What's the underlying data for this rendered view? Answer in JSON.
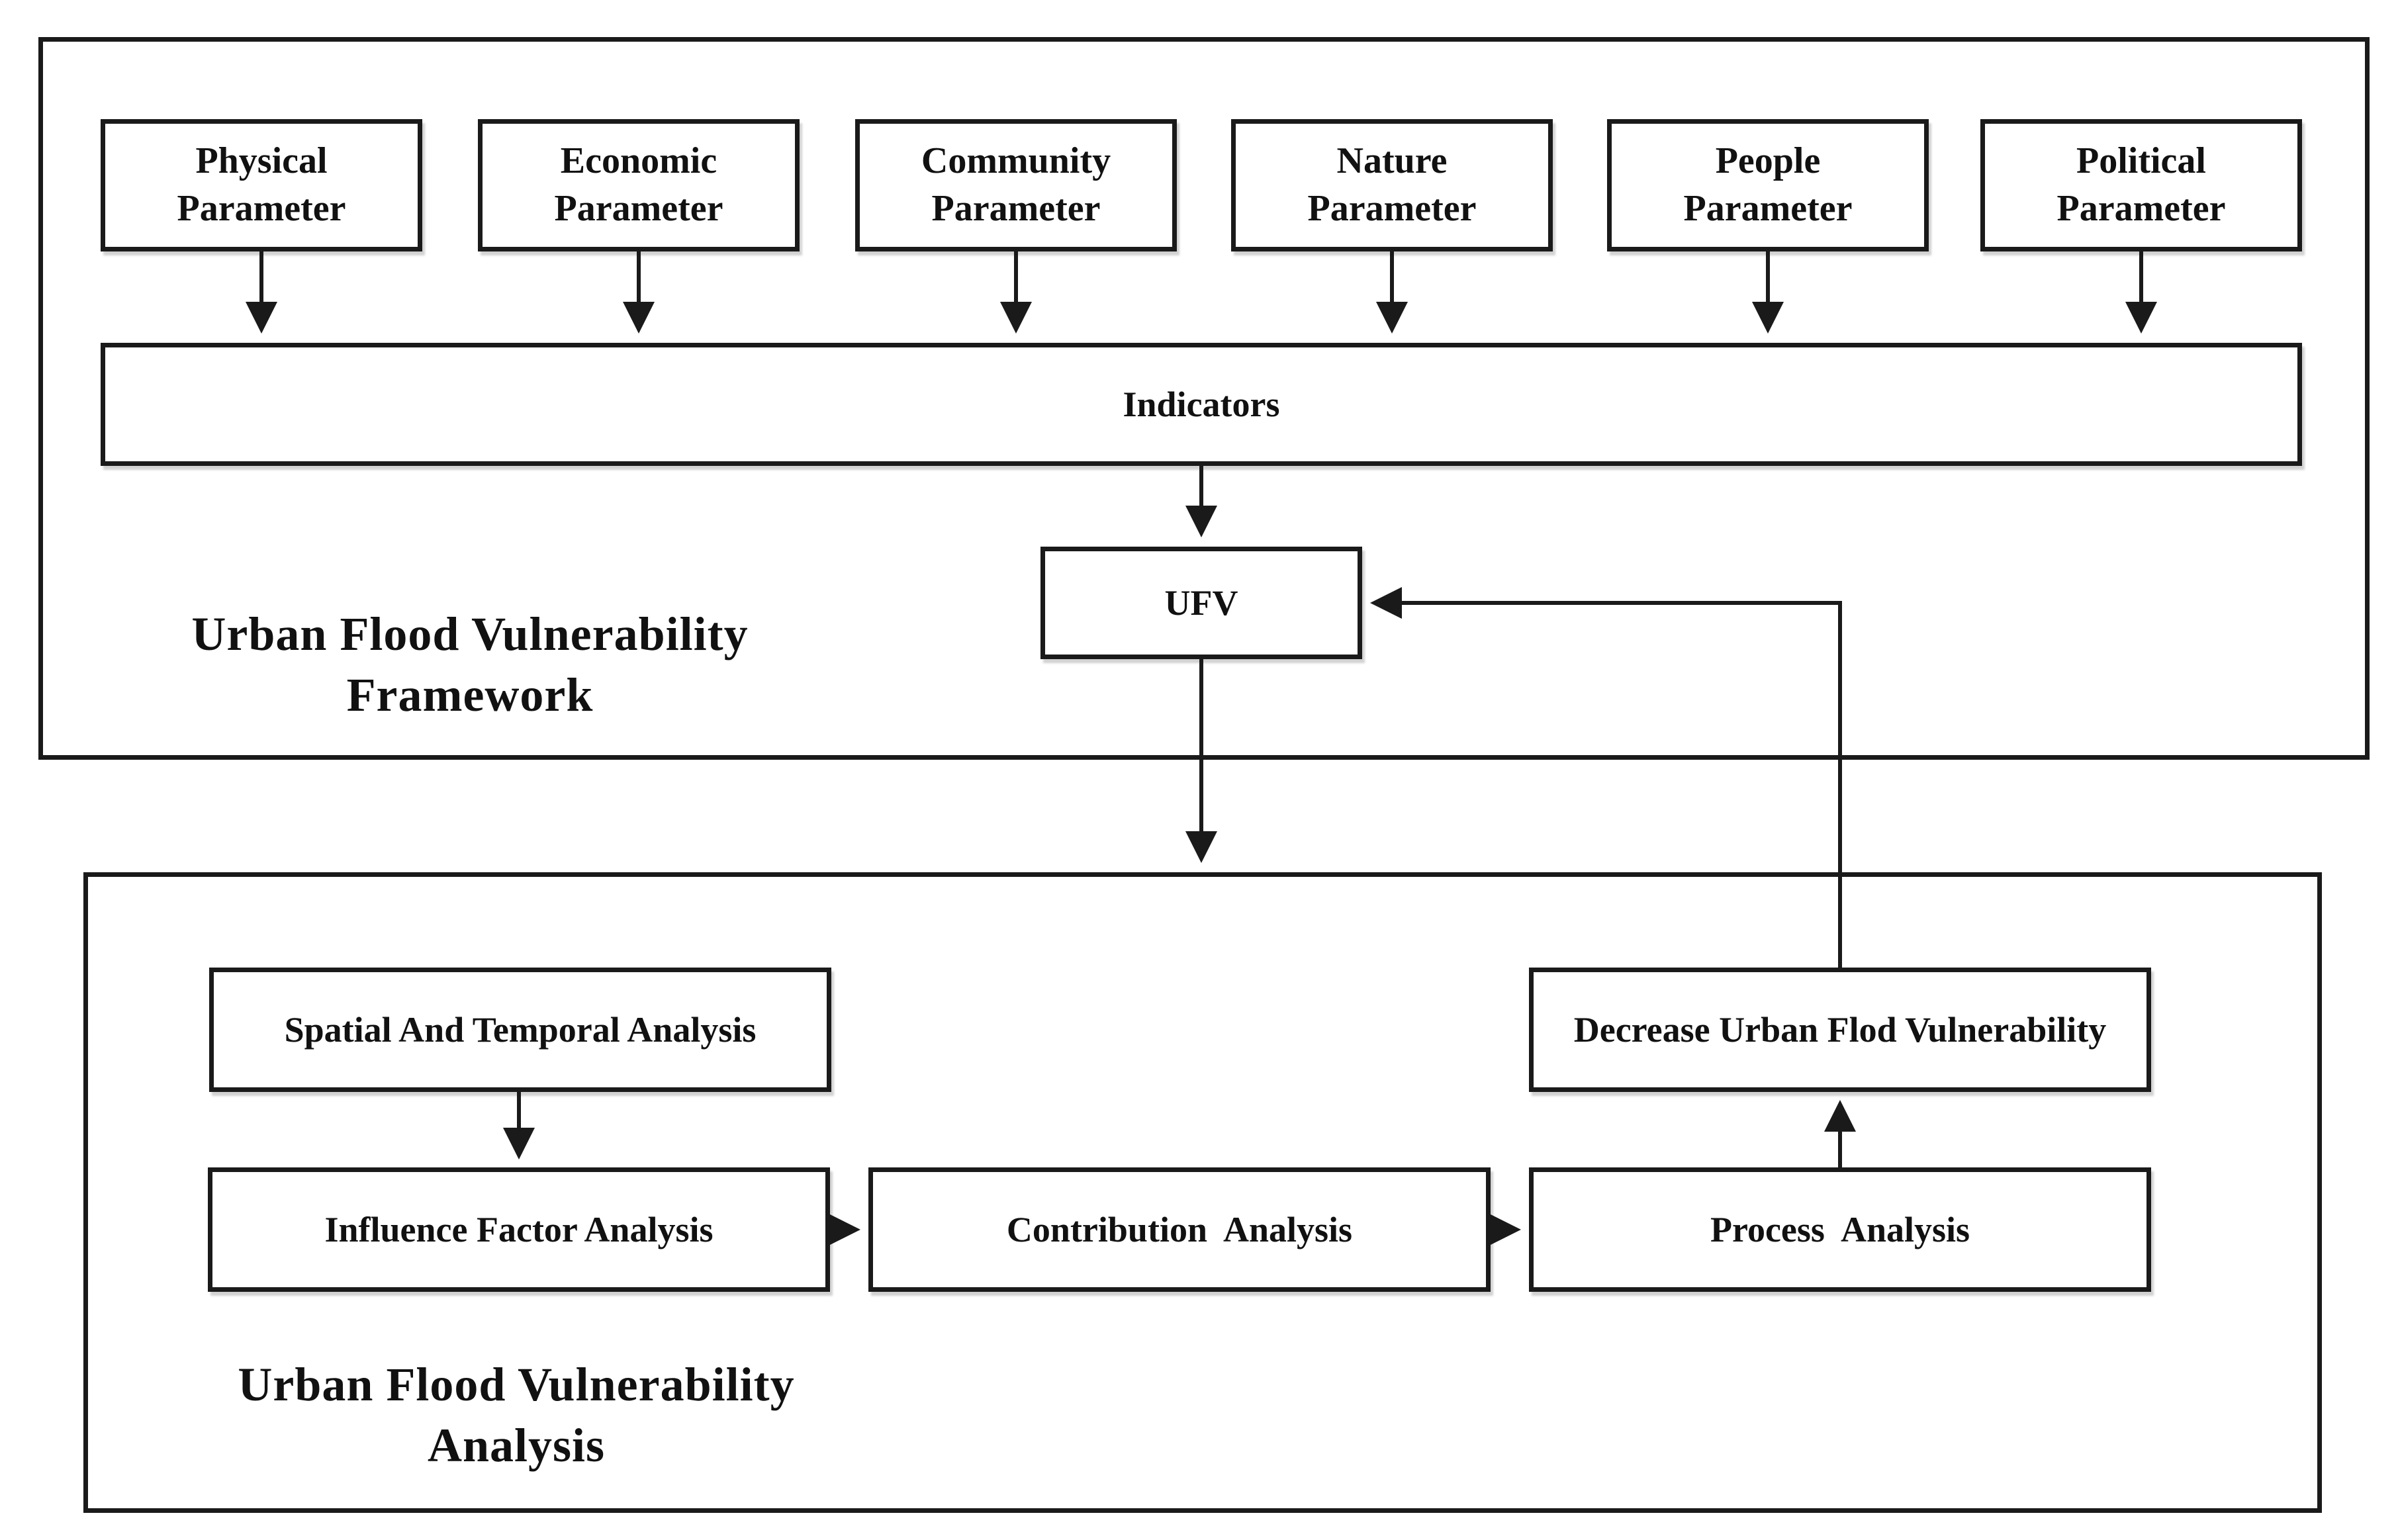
{
  "framework": {
    "title": "Urban Flood Vulnerability\nFramework",
    "parameters": [
      {
        "id": "physical",
        "label": "Physical\nParameter"
      },
      {
        "id": "economic",
        "label": "Economic\nParameter"
      },
      {
        "id": "community",
        "label": "Community\nParameter"
      },
      {
        "id": "nature",
        "label": "Nature\nParameter"
      },
      {
        "id": "people",
        "label": "People\nParameter"
      },
      {
        "id": "political",
        "label": "Political\nParameter"
      }
    ],
    "indicators_label": "Indicators",
    "ufv_label": "UFV"
  },
  "analysis": {
    "title": "Urban Flood Vulnerability\nAnalysis",
    "spatial_temporal_label": "Spatial And Temporal Analysis",
    "influence_factor_label": "Influence Factor Analysis",
    "contribution_label": "Contribution  Analysis",
    "process_label": "Process  Analysis",
    "decrease_label": "Decrease Urban Flod Vulnerability"
  },
  "colors": {
    "stroke": "#1a1a1a",
    "background": "#ffffff"
  }
}
